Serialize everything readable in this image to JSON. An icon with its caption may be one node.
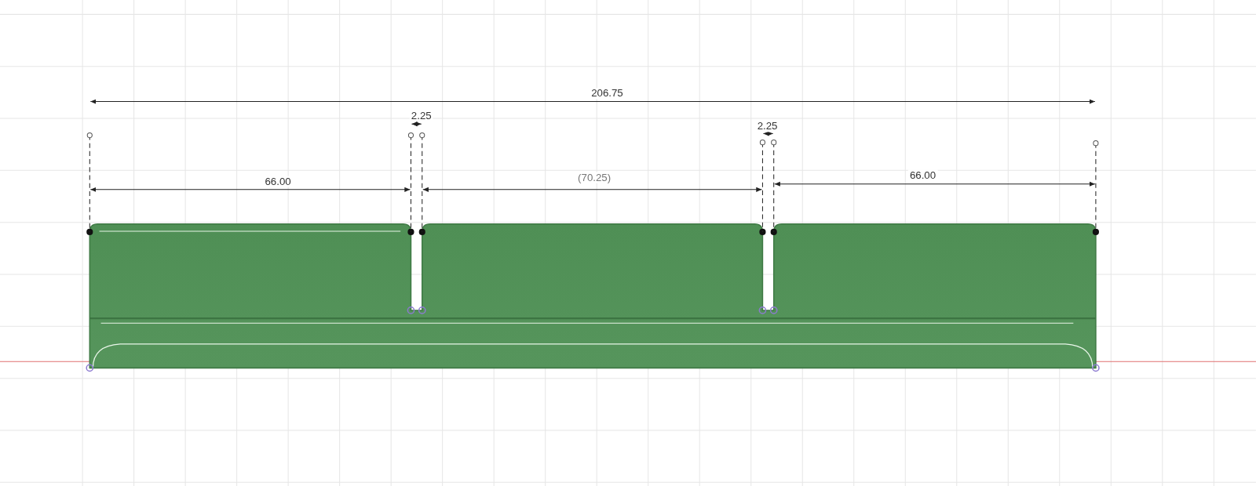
{
  "diagram": {
    "labels": [
      "206.75",
      "2.25",
      "2.25",
      "66.00",
      "(70.25)",
      "66.00"
    ]
  }
}
